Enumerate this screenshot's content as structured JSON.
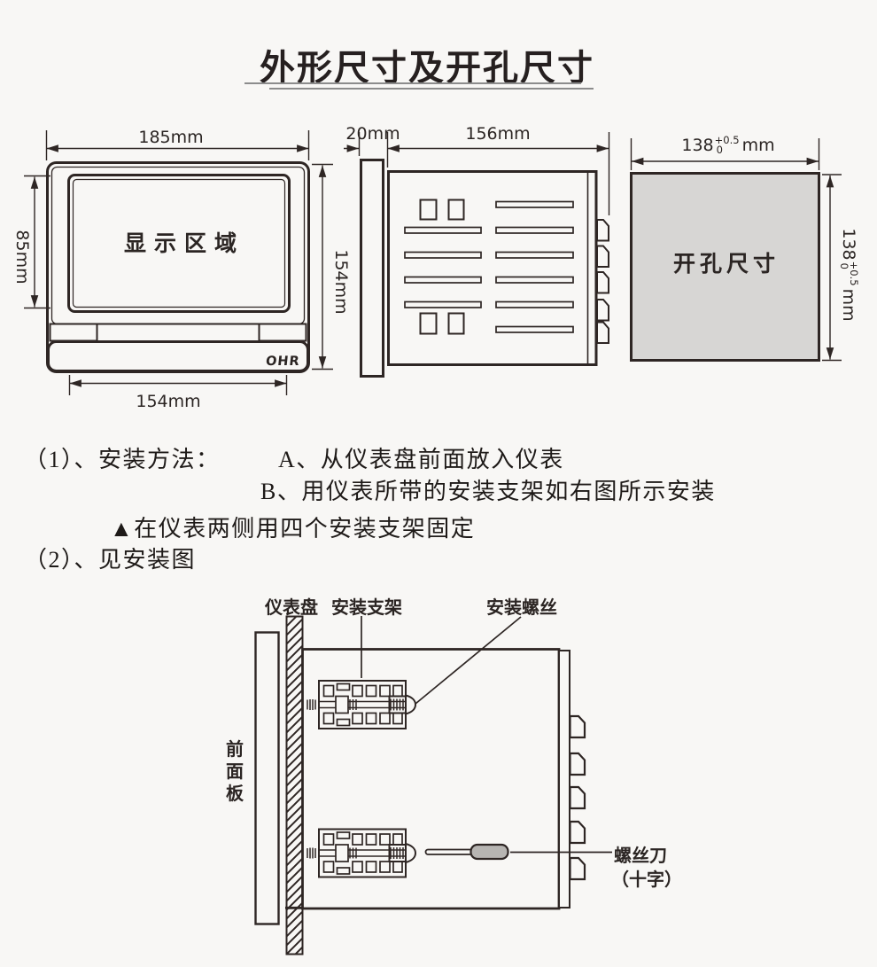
{
  "title": "外形尺寸及开孔尺寸",
  "front_view": {
    "width_label": "185mm",
    "display_height_label": "85mm",
    "height_label": "154mm",
    "bottom_width_label": "154mm",
    "display_label": "显示区域",
    "logo": "OHR"
  },
  "side_view": {
    "bezel_label": "20mm",
    "depth_label": "156mm"
  },
  "cutout_view": {
    "label": "开孔尺寸",
    "dim_base": "138",
    "dim_sup": "+0.5",
    "dim_sub": "0",
    "dim_unit": "mm"
  },
  "instructions": {
    "item1_prefix": "（1）、安装方法：",
    "item1_a": "A、从仪表盘前面放入仪表",
    "item1_b": "B、用仪表所带的安装支架如右图所示安装",
    "note": "▲在仪表两侧用四个安装支架固定",
    "item2": "（2）、见安装图"
  },
  "install_diagram": {
    "panel_label": "仪表盘",
    "bracket_label": "安装支架",
    "screw_label": "安装螺丝",
    "front_panel_label": "前面板",
    "screwdriver_label": "螺丝刀",
    "screwdriver_type": "（十字）"
  },
  "colors": {
    "ink": "#2e2624",
    "background": "#f8f7f5",
    "cutout_fill": "#d7d6d4",
    "handle_fill": "#b7b5b2",
    "underline": "#8c8c8c"
  }
}
